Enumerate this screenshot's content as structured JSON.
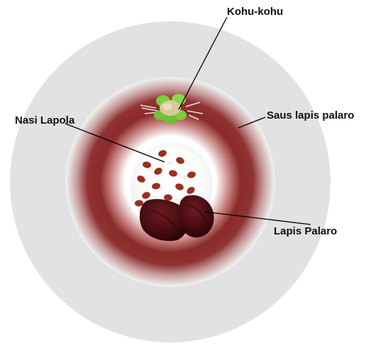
{
  "labels": {
    "garnish": "Kohu-kohu",
    "rice": "Nasi Lapola",
    "sauce": "Saus lapis palaro",
    "meat": "Lapis Palaro"
  },
  "colors": {
    "plate_outer": "#e2e2e2",
    "plate_inner": "#ececec",
    "sauce_ring": "#8b2b2b",
    "rice_white": "#ffffff",
    "beans": "#9c2e1e",
    "meat": "#4a0d12",
    "garnish_green": "#7ccf3a",
    "garnish_topping": "#d8c89a"
  }
}
